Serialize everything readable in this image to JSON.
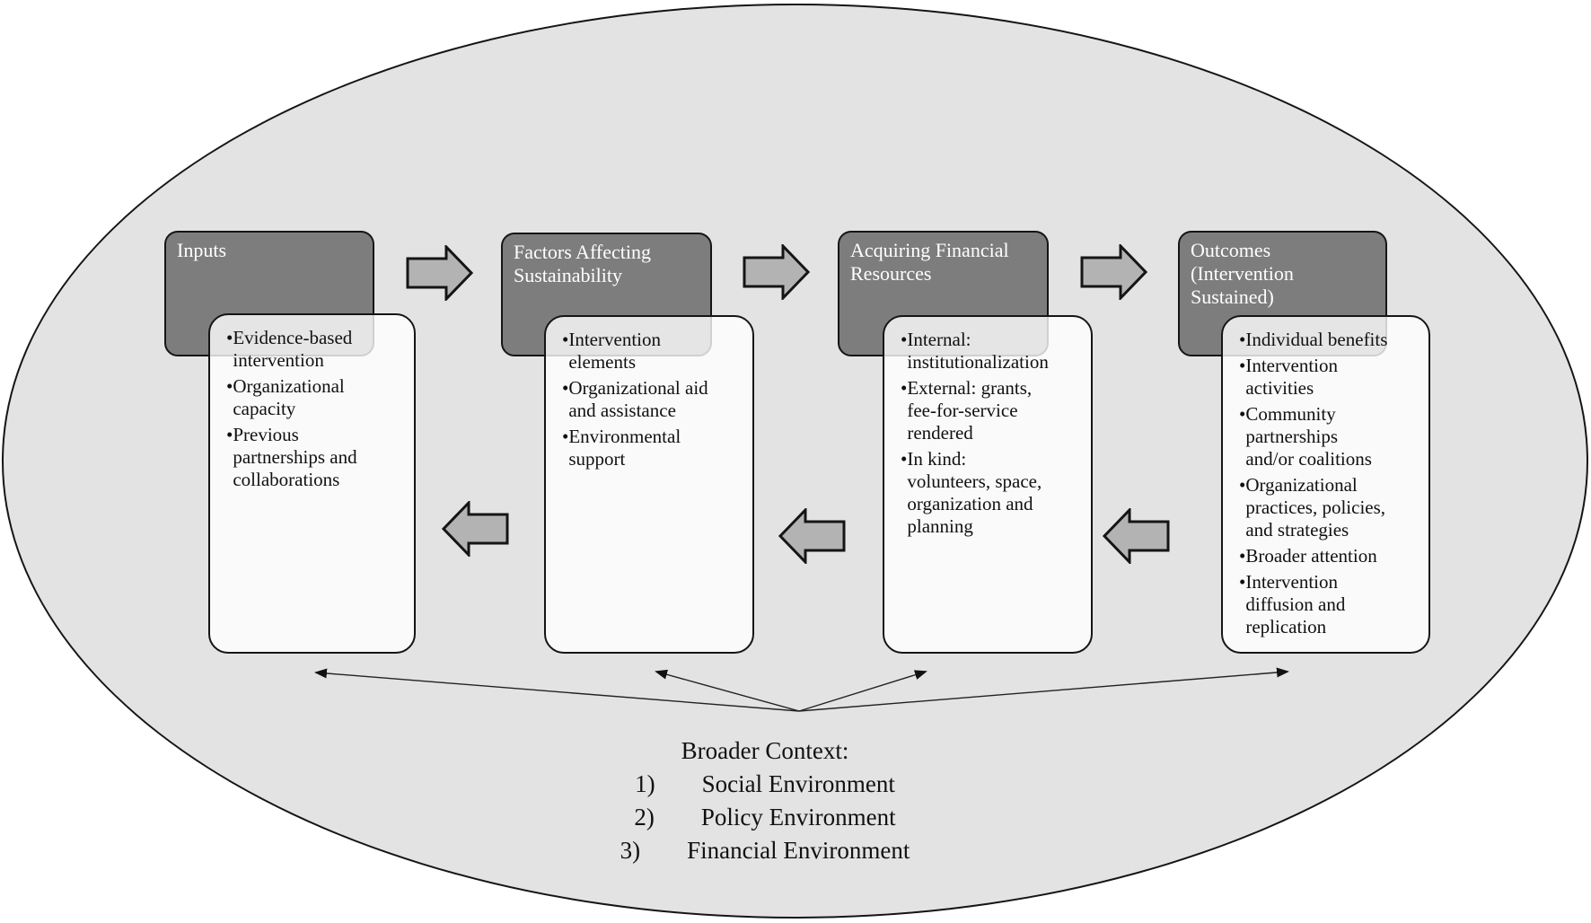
{
  "diagram": {
    "bullet_char": "•",
    "colors": {
      "ellipse_fill": "#e4e3e3",
      "header_fill": "#7d7d7d",
      "arrow_fill": "#b3b3b3"
    },
    "columns": [
      {
        "header": "Inputs",
        "bullets": [
          "Evidence-based\nintervention",
          "Organizational\ncapacity",
          "Previous\npartnerships and\ncollaborations"
        ]
      },
      {
        "header": "Factors Affecting\nSustainability",
        "bullets": [
          "Intervention\nelements",
          "Organizational aid\nand assistance",
          "Environmental\nsupport"
        ]
      },
      {
        "header": "Acquiring Financial\nResources",
        "bullets": [
          "Internal:\ninstitutionalization",
          "External: grants,\nfee-for-service\nrendered",
          "In kind:\nvolunteers, space,\norganization and\nplanning"
        ]
      },
      {
        "header": "Outcomes\n(Intervention\nSustained)",
        "bullets": [
          "Individual benefits",
          "Intervention\nactivities",
          "Community\npartnerships\nand/or coalitions",
          "Organizational\npractices, policies,\nand strategies",
          "Broader attention",
          "Intervention\ndiffusion and\nreplication"
        ]
      }
    ],
    "broader_context": {
      "title": "Broader Context:",
      "items": [
        {
          "num": "1)",
          "label": "Social Environment"
        },
        {
          "num": "2)",
          "label": "Policy Environment"
        },
        {
          "num": "3)",
          "label": "Financial Environment"
        }
      ]
    }
  }
}
